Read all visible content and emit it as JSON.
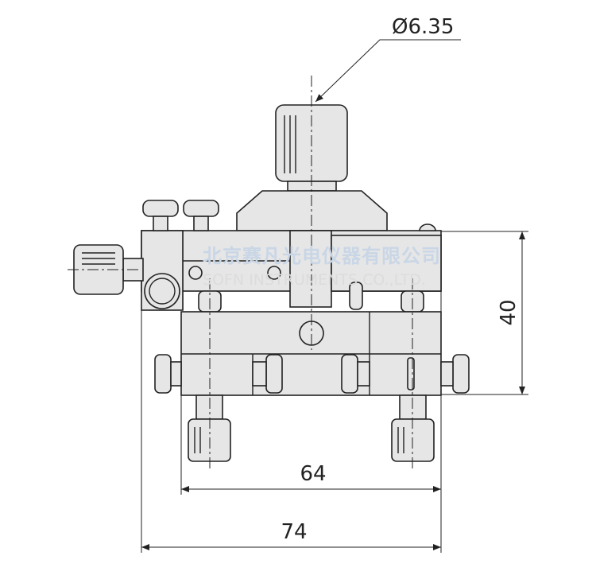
{
  "dimensions": {
    "diameter": "Ø6.35",
    "height": "40",
    "inner_width": "64",
    "overall_width": "74"
  },
  "watermark": {
    "cn": "北京赛凡光电仪器有限公司",
    "en": "SOFN INSTRUMENTS CO.,LTD."
  }
}
